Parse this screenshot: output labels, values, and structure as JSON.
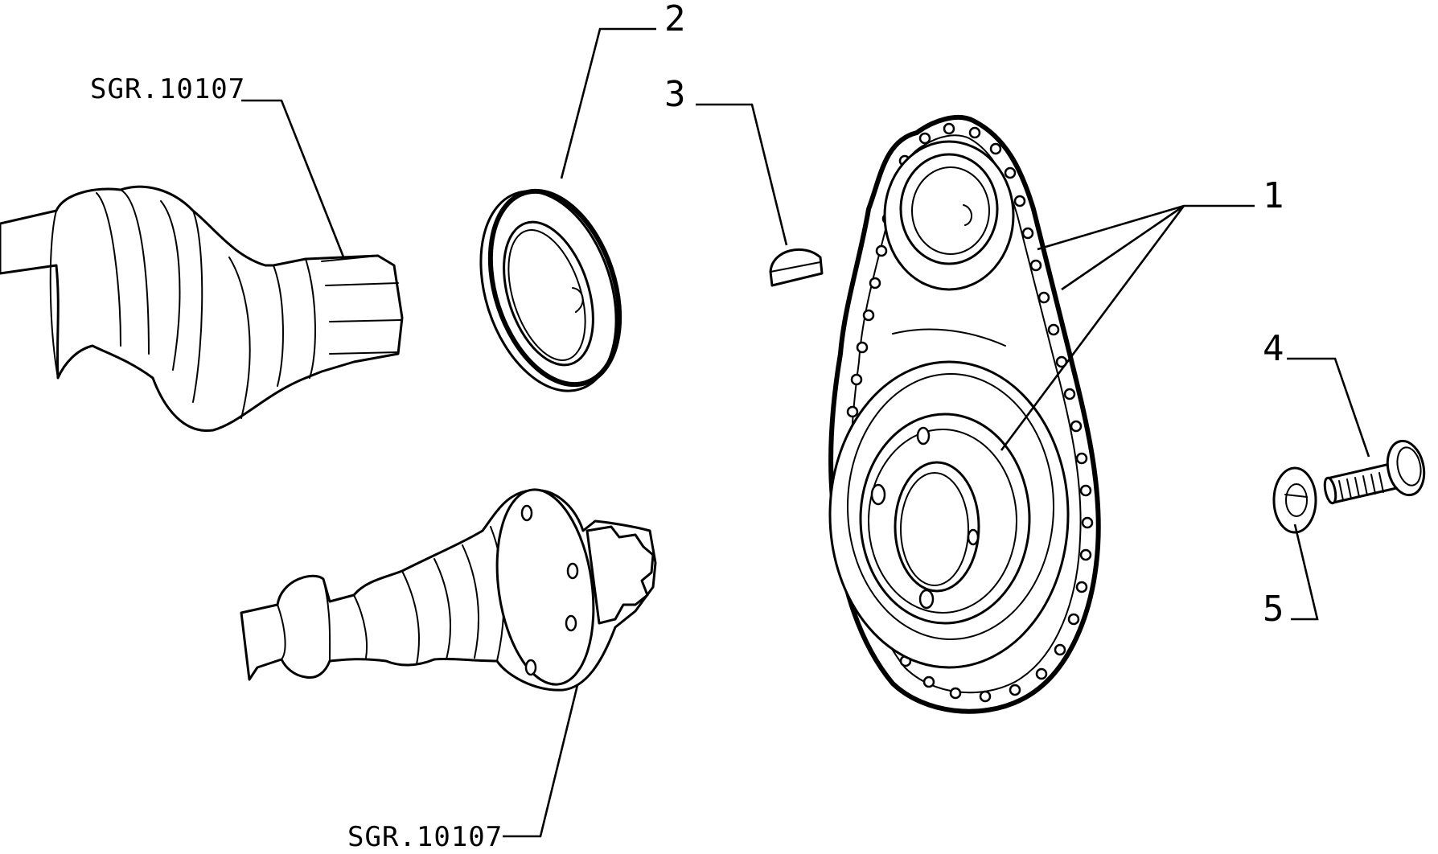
{
  "callouts": {
    "sgr_top": "SGR.10107",
    "sgr_bottom": "SGR.10107",
    "n1": "1",
    "n2": "2",
    "n3": "3",
    "n4": "4",
    "n5": "5"
  }
}
